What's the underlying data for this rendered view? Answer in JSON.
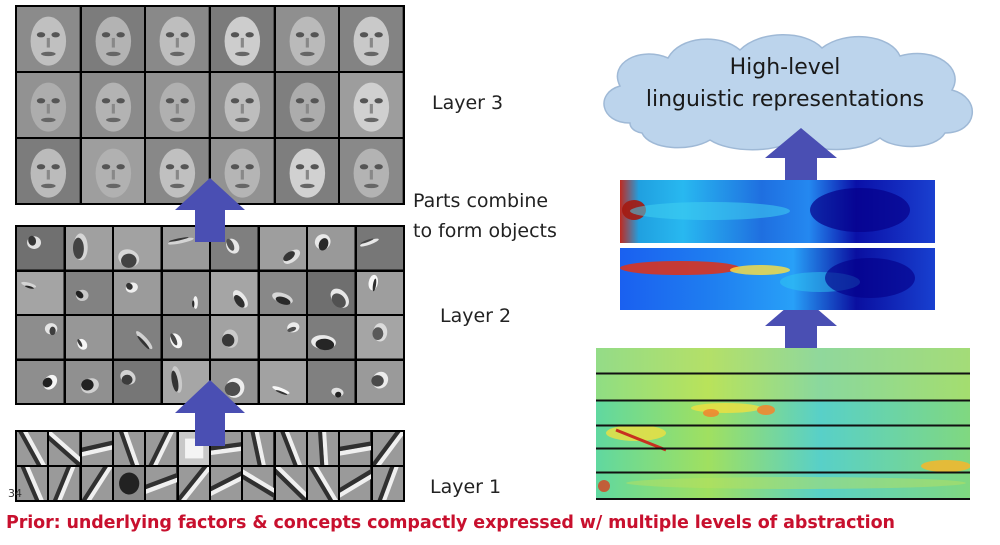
{
  "labels": {
    "layer3": "Layer 3",
    "layer2": "Layer 2",
    "layer1": "Layer 1",
    "parts_combine_line1": "Parts combine",
    "parts_combine_line2": "to form objects"
  },
  "cloud": {
    "line1": "High-level",
    "line2": "linguistic representations"
  },
  "footer": "Prior: underlying factors & concepts compactly expressed w/ multiple levels of abstraction",
  "page_number": "34",
  "colors": {
    "arrow": "#4a4fb3",
    "cloud_fill": "#bcd4ec",
    "footer": "#c8102e"
  }
}
